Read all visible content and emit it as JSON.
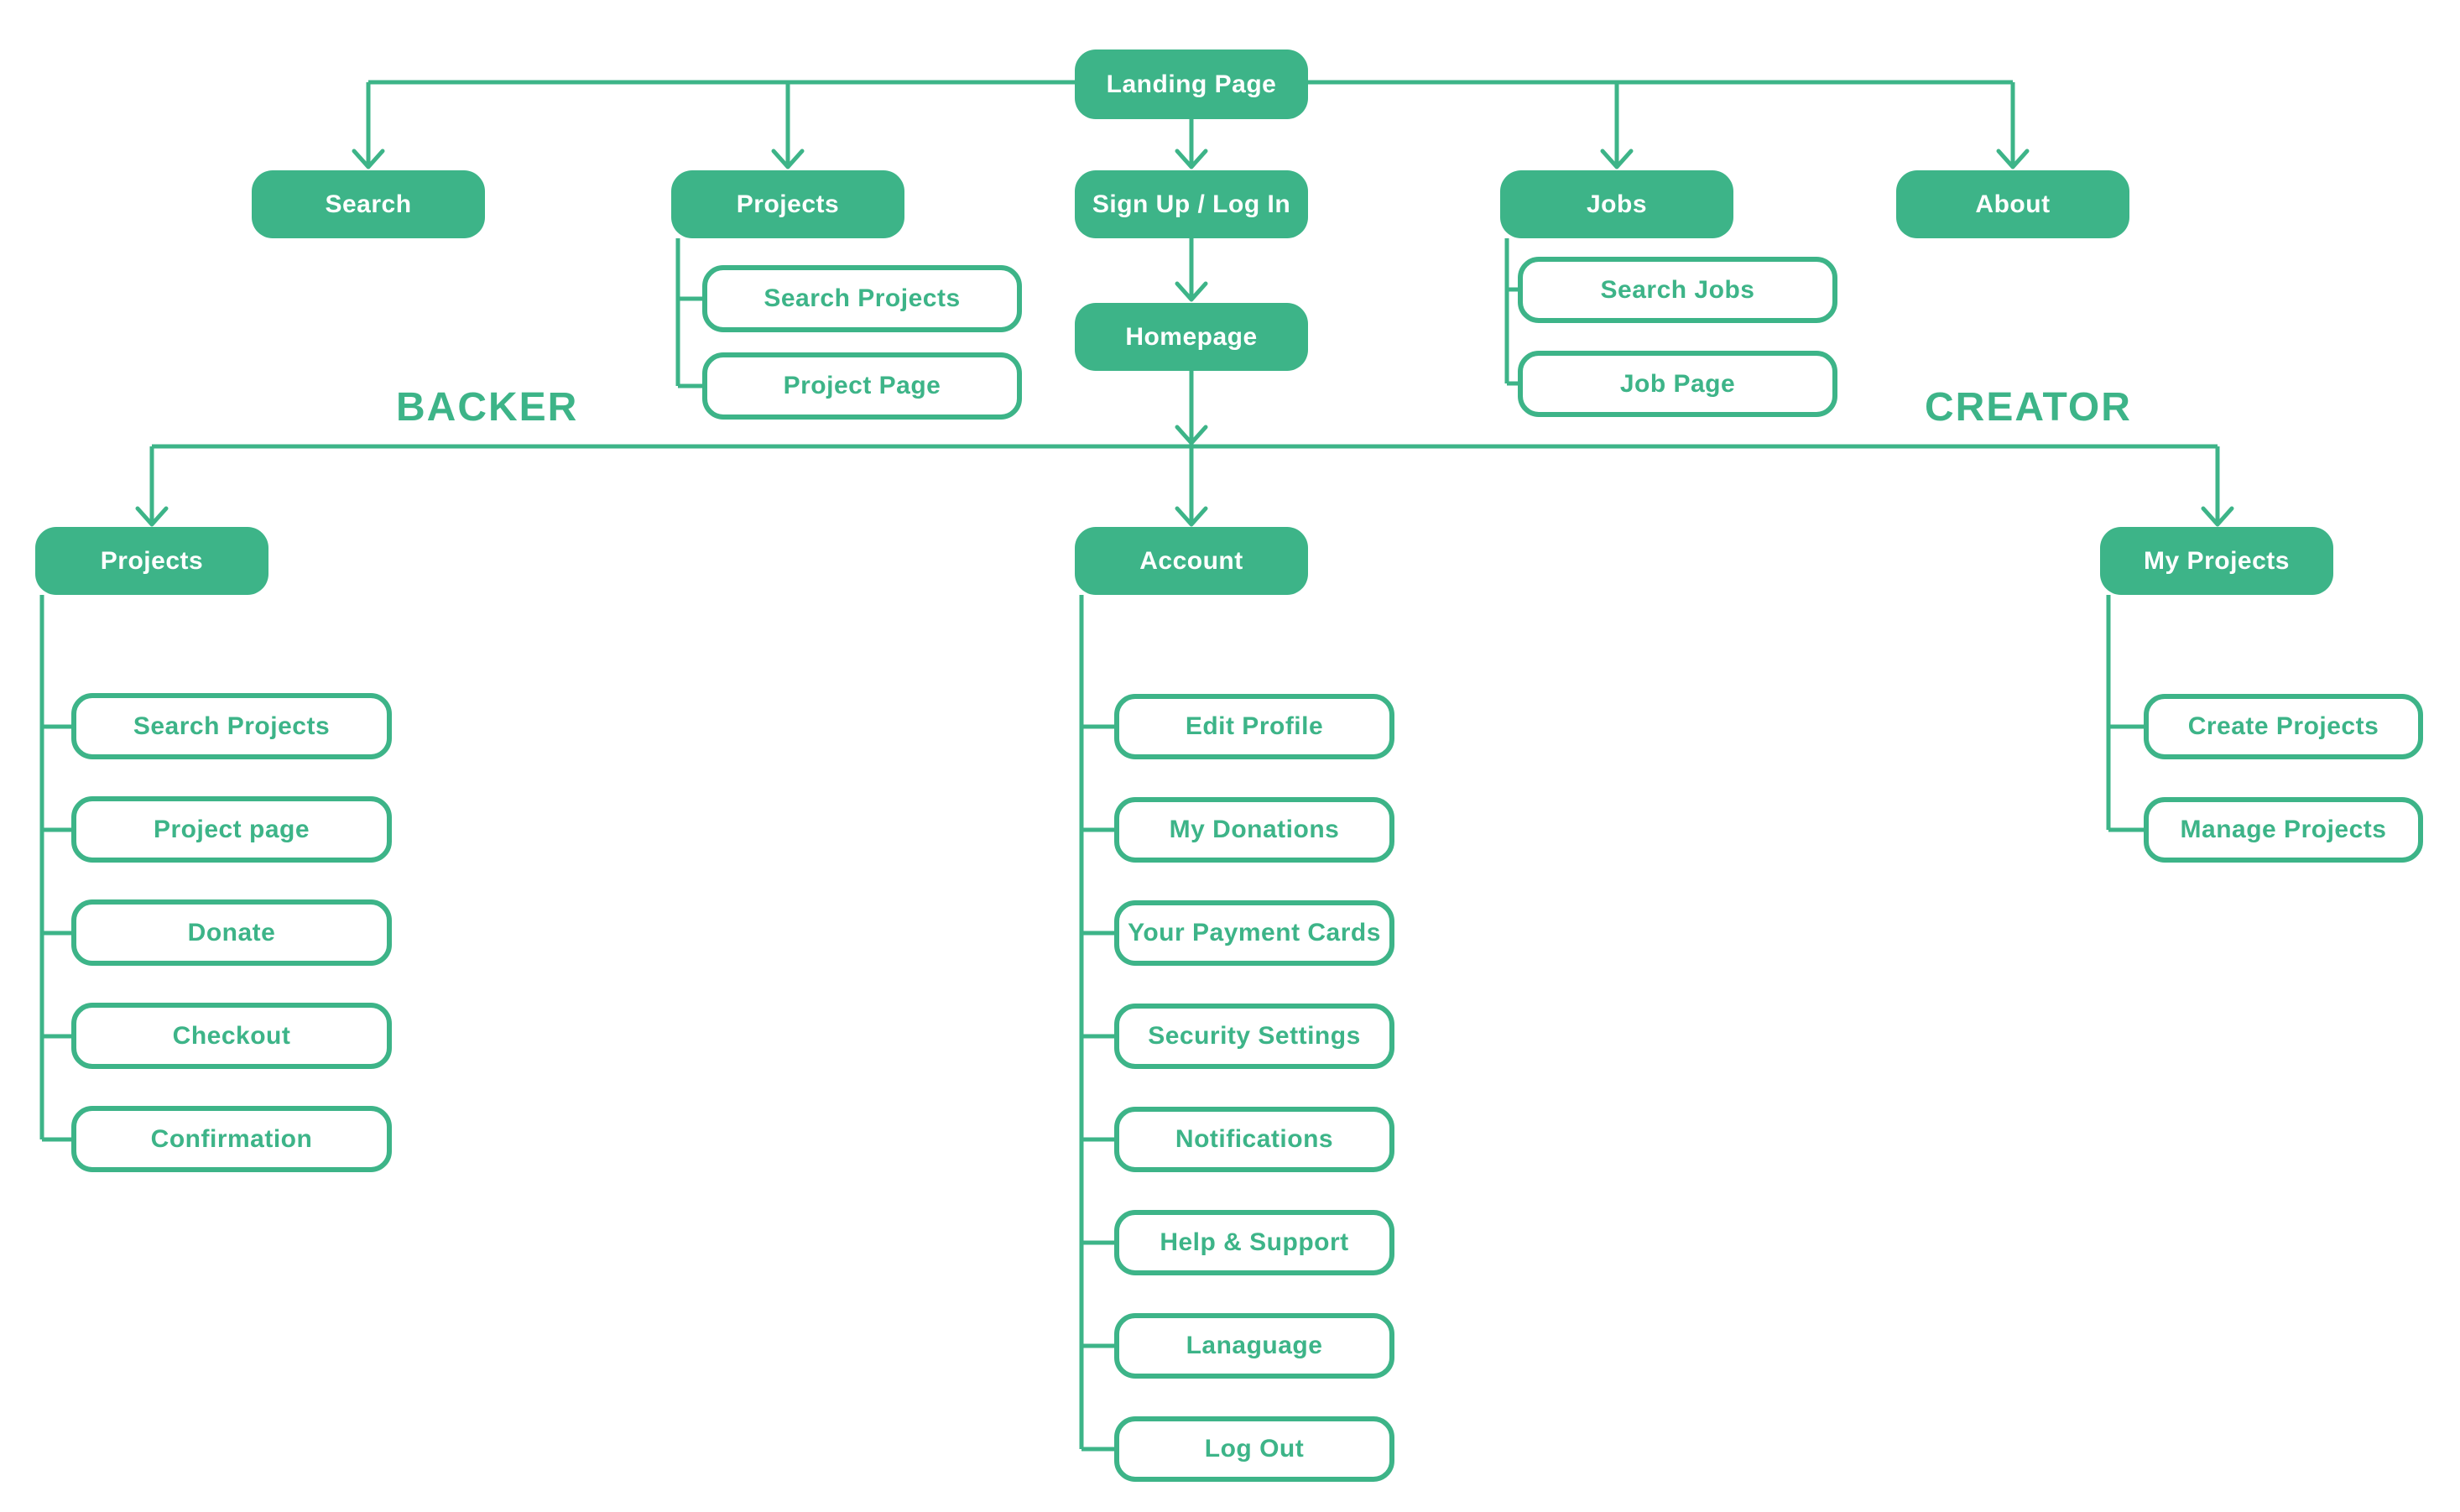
{
  "colors": {
    "accent_green": "#3DB488",
    "box_text_on_fill": "#FFFFFF",
    "background": "#FFFFFF"
  },
  "sections": {
    "backer_label": "BACKER",
    "creator_label": "CREATOR"
  },
  "nodes": {
    "landing": {
      "label": "Landing Page"
    },
    "search": {
      "label": "Search"
    },
    "projects_top": {
      "label": "Projects"
    },
    "signup": {
      "label": "Sign Up / Log In"
    },
    "jobs": {
      "label": "Jobs"
    },
    "about": {
      "label": "About"
    },
    "homepage": {
      "label": "Homepage"
    },
    "projects_top_children": [
      {
        "label": "Search Projects"
      },
      {
        "label": "Project Page"
      }
    ],
    "jobs_children": [
      {
        "label": "Search Jobs"
      },
      {
        "label": "Job Page"
      }
    ],
    "backer_projects": {
      "label": "Projects"
    },
    "backer_children": [
      {
        "label": "Search Projects"
      },
      {
        "label": "Project page"
      },
      {
        "label": "Donate"
      },
      {
        "label": "Checkout"
      },
      {
        "label": "Confirmation"
      }
    ],
    "account": {
      "label": "Account"
    },
    "account_children": [
      {
        "label": "Edit Profile"
      },
      {
        "label": "My Donations"
      },
      {
        "label": "Your Payment Cards"
      },
      {
        "label": "Security Settings"
      },
      {
        "label": "Notifications"
      },
      {
        "label": "Help & Support"
      },
      {
        "label": "Lanaguage"
      },
      {
        "label": "Log Out"
      }
    ],
    "my_projects": {
      "label": "My Projects"
    },
    "creator_children": [
      {
        "label": "Create Projects"
      },
      {
        "label": "Manage Projects"
      }
    ]
  }
}
